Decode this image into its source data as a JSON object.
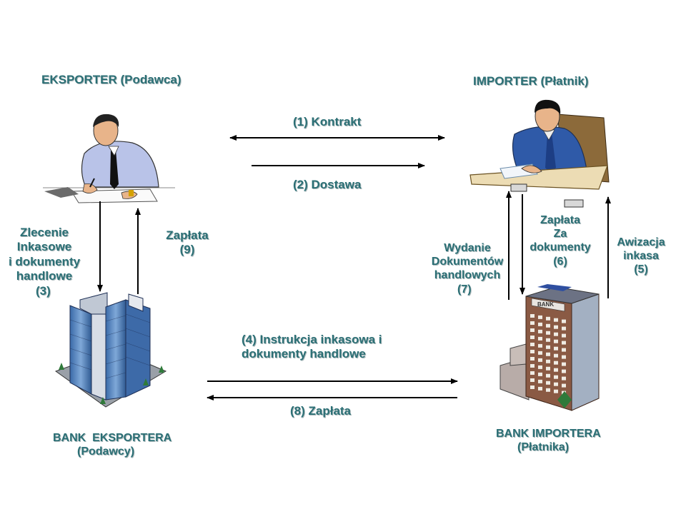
{
  "colors": {
    "label": "#2b6f75",
    "arrow": "#000000"
  },
  "parties": {
    "exporter": "EKSPORTER (Podawca)",
    "importer": "IMPORTER (Płatnik)",
    "bank_exporter": [
      "BANK  EKSPORTERA",
      "(Podawcy)"
    ],
    "bank_importer": [
      "BANK IMPORTERA",
      "(Płatnika)"
    ]
  },
  "flows": {
    "kontrakt": "(1) Kontrakt",
    "dostawa": "(2) Dostawa",
    "zlecenie": [
      "Zlecenie",
      "Inkasowe",
      "i dokumenty",
      "handlowe",
      "(3)"
    ],
    "instrukcja": [
      "(4) Instrukcja inkasowa i",
      "dokumenty handlowe"
    ],
    "awizacja": [
      "Awizacja",
      "inkasa",
      "(5)"
    ],
    "zaplata_dok": [
      "Zapłata",
      "Za",
      "dokumenty",
      "(6)"
    ],
    "wydanie": [
      "Wydanie",
      "Dokumentów",
      "handlowych",
      "(7)"
    ],
    "zaplata_8": "(8) Zapłata",
    "zaplata_9": [
      "Zapłata",
      "(9)"
    ]
  },
  "icons": {
    "exporter": "man-writing-icon",
    "importer": "man-at-desk-icon",
    "bank_exporter": "skyscraper-icon",
    "bank_importer": "bank-building-icon",
    "bank_sign": "BANK"
  }
}
